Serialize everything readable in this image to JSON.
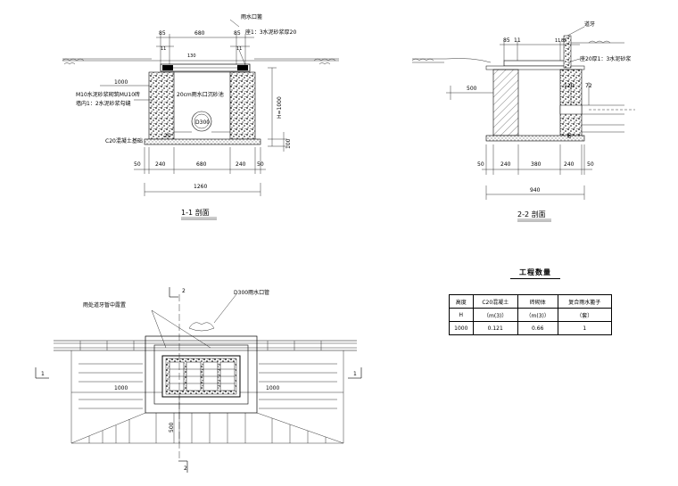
{
  "section_1": {
    "title": "1-1 剖面",
    "labels": {
      "grate": "雨水口篦",
      "mortar_top": "座1：3水泥砂浆厚20",
      "wall": "M10水泥砂浆砌筑MU10砖",
      "plaster": "墙内1：2水泥砂浆勾缝",
      "sediment": "20cm雨水口沉砂池",
      "base": "C20混凝土基础",
      "pipe": "D300",
      "height": "H=1000"
    },
    "dims_top": [
      "85",
      "680",
      "85"
    ],
    "dims_top_small": [
      "11",
      "11"
    ],
    "dim_130": "130",
    "dim_1000": "1000",
    "dim_100": "100",
    "dim_20": "20",
    "dims_bottom": [
      "50",
      "240",
      "680",
      "240",
      "50"
    ],
    "dim_total": "1260"
  },
  "section_2": {
    "title": "2-2 剖面",
    "labels": {
      "curb": "道牙",
      "mortar": "座20厚1：3水泥砂浆"
    },
    "dims_top": [
      "85",
      "11",
      "11",
      "85"
    ],
    "dim_500": "500",
    "dim_120": "120",
    "dim_72": "72",
    "dim_80": "80",
    "dims_bottom": [
      "50",
      "240",
      "380",
      "240",
      "50"
    ],
    "dim_total": "940"
  },
  "plan": {
    "labels": {
      "grate_note": "雨处道牙暂中露置",
      "pipe": "D300雨水口管",
      "dim_left": "1000",
      "dim_right": "1000",
      "dim_500": "500"
    },
    "markers": [
      "2",
      "2",
      "1",
      "1"
    ]
  },
  "quantities": {
    "title": "工程数量",
    "headers": [
      "高度",
      "C20混凝土",
      "砖砌体",
      "复合雨水篦子"
    ],
    "units": [
      "H",
      "（m(3)）",
      "（m(3)）",
      "（套）"
    ],
    "rows": [
      [
        "1000",
        "0.121",
        "0.66",
        "1"
      ]
    ]
  }
}
